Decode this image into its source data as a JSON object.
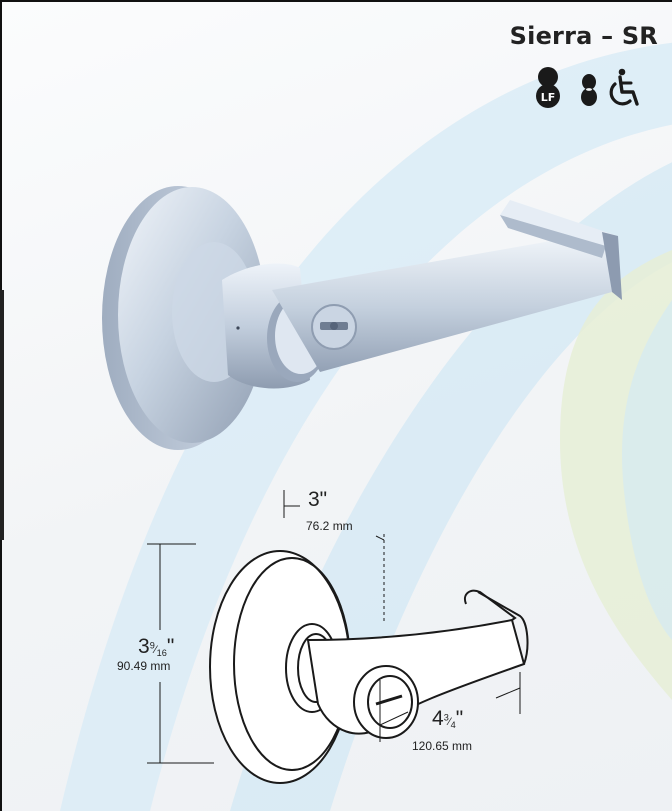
{
  "header": {
    "title": "Sierra – SR"
  },
  "icons": [
    {
      "name": "lf-lead-free-icon",
      "badge_text": "LF"
    },
    {
      "name": "figure-eight-icon"
    },
    {
      "name": "accessibility-icon"
    }
  ],
  "dimensions": {
    "width": {
      "inches": "3\"",
      "mm": "76.2 mm"
    },
    "height": {
      "whole": "3",
      "numerator": "9",
      "denominator": "16",
      "inch_mark": "\"",
      "mm": "90.49 mm"
    },
    "projection": {
      "whole": "4",
      "numerator": "3",
      "denominator": "4",
      "inch_mark": "\"",
      "mm": "120.65 mm"
    }
  },
  "colors": {
    "swoosh_blue": "#cfe4f2",
    "swoosh_green": "#e7efd9",
    "metal_light": "#e8eef6",
    "metal_mid": "#b9c6d6",
    "metal_dark": "#8e9cb0",
    "line_art": "#1a1a1a"
  }
}
